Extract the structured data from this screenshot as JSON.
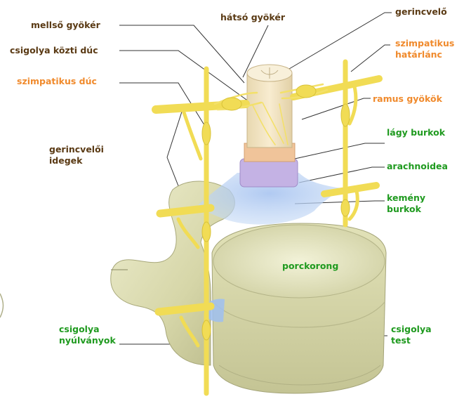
{
  "labels": {
    "mellso_gyoker": "mellső gyökér",
    "hatso_gyoker": "hátsó gyökér",
    "gerincvelo": "gerincvelő",
    "csigolya_kozti_duc": "csigolya közti dúc",
    "szimpatikus_hatarlanc_1": "szimpatikus",
    "szimpatikus_hatarlanc_2": "határlánc",
    "szimpatikus_duc": "szimpatikus dúc",
    "ramus_gyokok": "ramus gyökök",
    "gerincveloi_idegek_1": "gerincvelői",
    "gerincveloi_idegek_2": "idegek",
    "lagy_burkok": "lágy burkok",
    "arachnoidea": "arachnoidea",
    "kemeny_burkok_1": "kemény",
    "kemeny_burkok_2": "burkok",
    "porckorong": "porckorong",
    "csigolya_nyulvanyok_1": "csigolya",
    "csigolya_nyulvanyok_2": "nyúlványok",
    "csigolya_test_1": "csigolya",
    "csigolya_test_2": "test"
  },
  "colors": {
    "brown_label": "#5a3a14",
    "orange_label": "#f08a2c",
    "green_label": "#1f9a1f",
    "nerve": "#f2dc5a",
    "bone": "#dcdcb0",
    "dura": "#a9c7ee",
    "arachnoid": "#c9b9e6",
    "pia": "#f2c9a0",
    "spinal_cord": "#f0e2bf"
  }
}
